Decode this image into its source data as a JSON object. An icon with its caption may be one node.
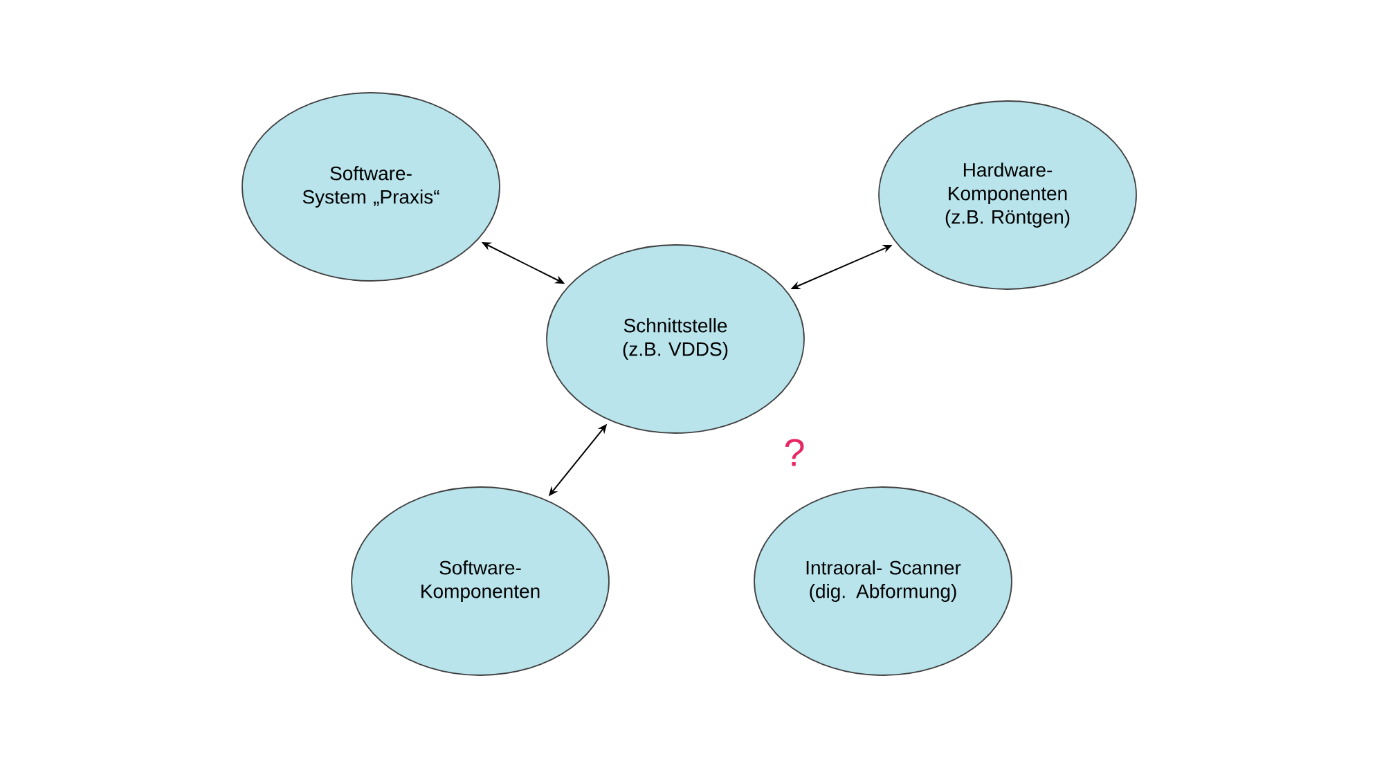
{
  "diagram": {
    "nodes": [
      {
        "text": [
          "Software- System „Praxis“"
        ]
      },
      {
        "text": [
          "Hardware- Komponenten (z.B. Röntgen)"
        ]
      },
      {
        "text": [
          "Schnittstelle (z.B. VDDS)"
        ]
      },
      {
        "text": [
          "Software- Komponenten"
        ]
      },
      {
        "text": [
          "Intraoral- Scanner (dig. Abformung)"
        ]
      }
    ],
    "edges": [
      {
        "from": 0,
        "to": 2,
        "arrow": "both"
      },
      {
        "from": 1,
        "to": 2,
        "arrow": "both"
      },
      {
        "from": 3,
        "to": 2,
        "arrow": "both"
      }
    ],
    "labels": [
      "?"
    ]
  }
}
